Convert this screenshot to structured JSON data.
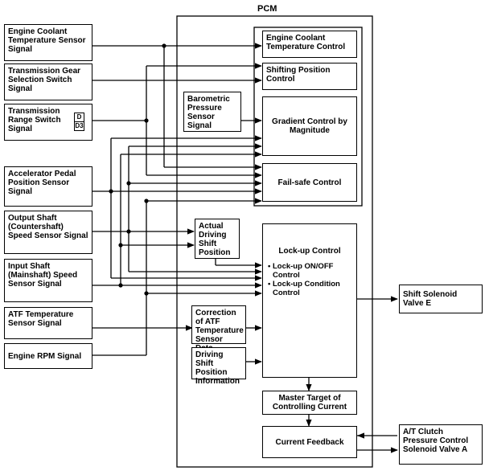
{
  "pcm": {
    "title": "PCM"
  },
  "inputs": {
    "ect": "Engine Coolant Temperature Sensor Signal",
    "gear_switch": "Transmission Gear Selection Switch Signal",
    "range_switch": "Transmission Range Switch Signal",
    "range_d": "D",
    "range_d3": "D3",
    "accel": "Accelerator Pedal Position Sensor Signal",
    "output_shaft": "Output Shaft (Countershaft) Speed Sensor Signal",
    "input_shaft": "Input Shaft (Mainshaft) Speed Sensor Signal",
    "atf": "ATF Temperature Sensor Signal",
    "rpm": "Engine RPM Signal"
  },
  "blocks": {
    "ect_control": "Engine Coolant Temperature Control",
    "shifting_position": "Shifting Position Control",
    "barometric": "Barometric Pressure Sensor Signal",
    "gradient": "Gradient Control by Magnitude",
    "failsafe": "Fail-safe Control",
    "actual_driving": "Actual Driving Shift Position",
    "lockup_title": "Lock-up Control",
    "lockup_item1": "• Lock-up ON/OFF Control",
    "lockup_item2": "• Lock-up Condition Control",
    "atf_correction": "Correction of ATF Temperature Sensor Data",
    "driving_shift_info": "Driving Shift Position Information",
    "master_target": "Master Target of Controlling Current",
    "current_feedback": "Current Feedback"
  },
  "outputs": {
    "shift_solenoid_e": "Shift Solenoid Valve E",
    "clutch_solenoid_a": "A/T Clutch Pressure Control Solenoid Valve A"
  }
}
